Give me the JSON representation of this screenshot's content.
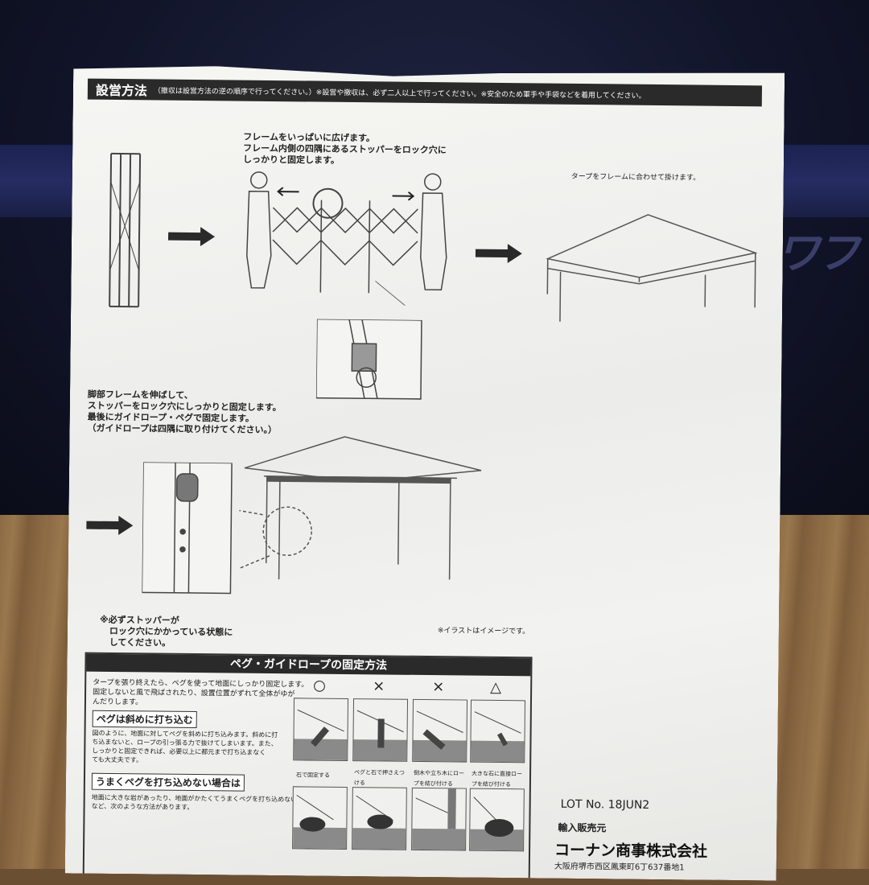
{
  "header": {
    "title": "設営方法",
    "note": "（撤収は設営方法の逆の順序で行ってください。）※設営や撤収は、必ず二人以上で行ってください。※安全のため軍手や手袋などを着用してください。"
  },
  "step1": {
    "line1": "フレームをいっぱいに広げます。",
    "line2": "フレーム内側の四隅にあるストッパーをロック穴に",
    "line3": "しっかりと固定します。"
  },
  "step2": {
    "text": "タープをフレームに合わせて掛けます。"
  },
  "step3": {
    "line1": "脚部フレームを伸ばして、",
    "line2": "ストッパーをロック穴にしっかりと固定します。",
    "line3": "最後にガイドロープ・ペグで固定します。",
    "line4": "（ガイドロープは四隅に取り付けてください。）"
  },
  "note_stopper": {
    "line1": "※必ずストッパーが",
    "line2": "ロック穴にかかっている状態に",
    "line3": "してください。"
  },
  "illust_note": "※イラストはイメージです。",
  "peg_section": {
    "title": "ペグ・ガイドロープの固定方法",
    "intro1": "タープを張り終えたら、ペグを使って地面にしっかり固定します。",
    "intro2": "固定しないと風で飛ばされたり、設置位置がずれて全体がゆが",
    "intro3": "んだりします。",
    "subhead1": "ペグは斜めに打ち込む",
    "body1a": "図のように、地面に対してペグを斜めに打ち込みます。斜めに打",
    "body1b": "ち込まないと、ロープの引っ張る力で抜けてしまいます。また、",
    "body1c": "しっかりと固定できれば、必要以上に都元まで打ち込まなく",
    "body1d": "ても大丈夫です。",
    "subhead2": "うまくペグを打ち込めない場合は",
    "body2a": "地面に大きな岩があったり、地面がかたくてうまくペグを打ち込めない場合",
    "body2b": "など、次のような方法があります。",
    "symbols": [
      "○",
      "×",
      "×",
      "△"
    ],
    "methods": [
      "石で固定する",
      "ペグと石で押さえつける",
      "倒木や立ち木にロープを結び付ける",
      "大きな石に直接ロープを結び付ける"
    ]
  },
  "lot": "LOT No. 18JUN2",
  "seller_label": "輸入販売元",
  "company": "コーナン商事株式会社",
  "address": "大阪府堺市西区鳳東町6丁637番地1",
  "bag_logo": "ワフ"
}
